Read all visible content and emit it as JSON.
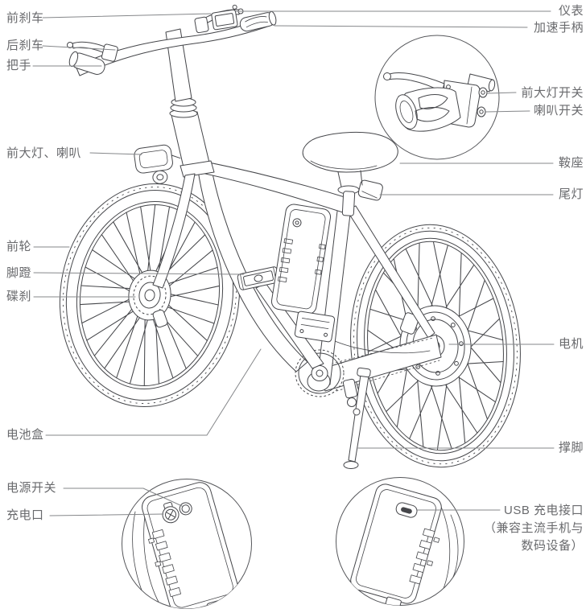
{
  "colors": {
    "background": "#ffffff",
    "line": "#45464a",
    "leader_line": "#85878a",
    "label_text": "#696a6d"
  },
  "labels": {
    "left": [
      {
        "text": "前刹车"
      },
      {
        "text": "后刹车"
      },
      {
        "text": "把手"
      },
      {
        "text": "前大灯、喇叭"
      },
      {
        "text": "前轮"
      },
      {
        "text": "脚蹬"
      },
      {
        "text": "碟刹"
      },
      {
        "text": "电池盒"
      },
      {
        "text": "电源开关"
      },
      {
        "text": "充电口"
      }
    ],
    "right": [
      {
        "text": "仪表"
      },
      {
        "text": "加速手柄"
      },
      {
        "text": "前大灯开关"
      },
      {
        "text": "喇叭开关"
      },
      {
        "text": "鞍座"
      },
      {
        "text": "尾灯"
      },
      {
        "text": "电机"
      },
      {
        "text": "撑脚"
      }
    ],
    "usb": {
      "title": "USB 充电接口",
      "note_line1": "（兼容主流手机与",
      "note_line2": "数码设备）"
    }
  }
}
